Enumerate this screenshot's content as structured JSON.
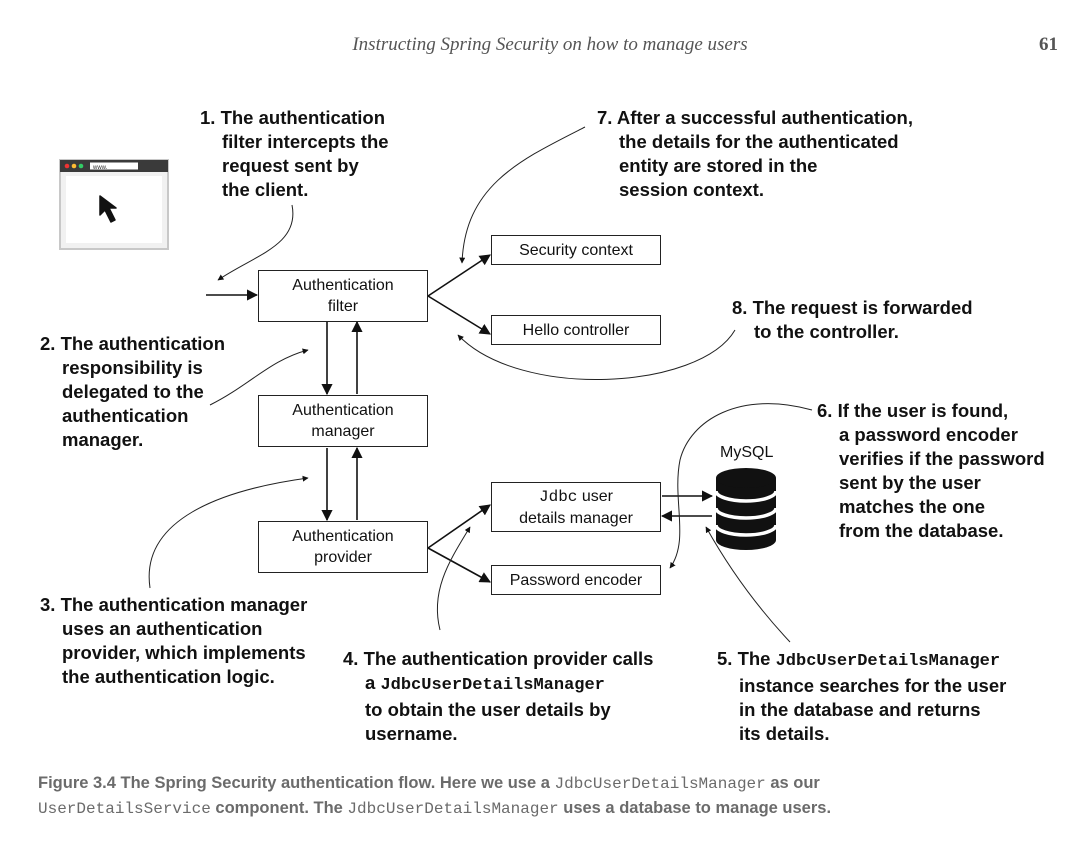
{
  "header": {
    "title": "Instructing Spring Security on how to manage users",
    "page_number": "61"
  },
  "boxes": {
    "auth_filter": [
      "Authentication",
      "filter"
    ],
    "auth_manager": [
      "Authentication",
      "manager"
    ],
    "auth_provider": [
      "Authentication",
      "provider"
    ],
    "security_context": "Security context",
    "hello_controller": "Hello controller",
    "jdbc_manager": {
      "mono": "Jdbc",
      "rest1": " user",
      "line2": "details manager"
    },
    "password_encoder": "Password encoder"
  },
  "database": {
    "label": "MySQL",
    "icon": "database-icon"
  },
  "browser": {
    "url": "www.",
    "icon": "browser-window-icon"
  },
  "notes": {
    "n1": [
      "1. The authentication",
      "filter intercepts the",
      "request sent by",
      "the client."
    ],
    "n2": [
      "2. The authentication",
      "responsibility is",
      "delegated to the",
      "authentication",
      "manager."
    ],
    "n3": [
      "3. The authentication manager",
      "uses an authentication",
      "provider, which implements",
      "the authentication logic."
    ],
    "n4": {
      "l1": "4. The authentication provider calls",
      "l2_pre": "a ",
      "l2_mono": "JdbcUserDetailsManager",
      "l3": "to obtain the user details by",
      "l4": "username."
    },
    "n5": {
      "l1_pre": "5. The ",
      "l1_mono": "JdbcUserDetailsManager",
      "l2": "instance searches for the user",
      "l3": "in the database and returns",
      "l4": "its details."
    },
    "n6": [
      "6. If the user is found,",
      "a password encoder",
      "verifies if the password",
      "sent by the user",
      "matches the one",
      "from the database."
    ],
    "n7": [
      "7. After a successful authentication,",
      "the details for the authenticated",
      "entity are stored in the",
      "session context."
    ],
    "n8": [
      "8. The request is forwarded",
      "to the controller."
    ]
  },
  "caption": {
    "p1": "Figure 3.4    The Spring Security authentication flow. Here we use a ",
    "m1": "JdbcUserDetailsManager",
    "p2": " as our",
    "m2": "UserDetailsService",
    "p3": " component. The ",
    "m3": "JdbcUserDetailsManager",
    "p4": " uses a database to manage users."
  }
}
